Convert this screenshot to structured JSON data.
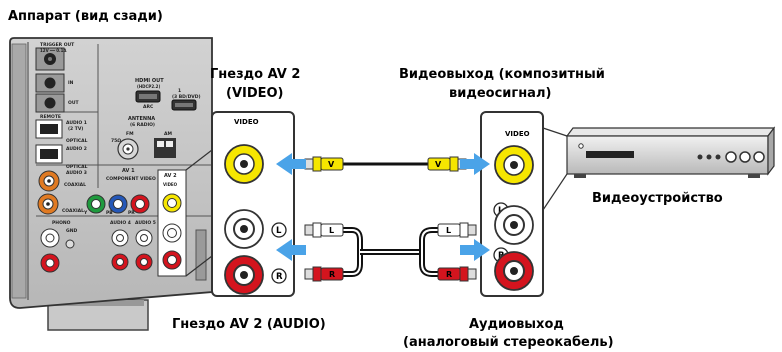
{
  "labels": {
    "unit_rear": "Аппарат (вид сзади)",
    "av2_video_jack_line1": "Гнездо AV 2",
    "av2_video_jack_line2": "(VIDEO)",
    "video_out_line1": "Видеовыход (композитный",
    "video_out_line2": "видеосигнал)",
    "video_device": "Видеоустройство",
    "av2_audio_jack": "Гнездо AV 2 (AUDIO)",
    "audio_out_line1": "Аудиовыход",
    "audio_out_line2": "(аналоговый стереокабель)"
  },
  "panel_text": {
    "video": "VIDEO",
    "trigger_out": "TRIGGER OUT",
    "trigger_out_sub": "12V ━━ 0.1A",
    "in": "IN",
    "out": "OUT",
    "remote": "REMOTE",
    "hdmi_out": "HDMI OUT",
    "hdmi_sub": "(HDCP2.2)",
    "arc": "ARC",
    "bd_dvd": "1\n(3 BD/DVD)",
    "audio1": "AUDIO 1\n(2 TV)",
    "optical": "OPTICAL",
    "audio2": "AUDIO 2",
    "antenna": "ANTENNA\n(6 RADIO)",
    "fm": "FM",
    "am": "AM",
    "ohm75": "75Ω",
    "audio3": "AUDIO 3",
    "coaxial": "COAXIAL",
    "av1": "AV 1",
    "av2": "AV 2",
    "component_video": "COMPONENT VIDEO",
    "y": "Y",
    "pb": "PB",
    "pr": "PR",
    "phono": "PHONO",
    "gnd": "GND",
    "audio4": "AUDIO 4",
    "audio5": "AUDIO 5"
  },
  "jacks": {
    "l": "L",
    "r": "R"
  },
  "cable_plugs": {
    "v": "V",
    "l": "L",
    "r": "R"
  },
  "colors": {
    "arrow": "#4aa3e8",
    "video_yellow": "#f6e600",
    "audio_red": "#d4141e",
    "panel_gray": "#bdbdbd",
    "panel_dark": "#8f8f8f"
  }
}
